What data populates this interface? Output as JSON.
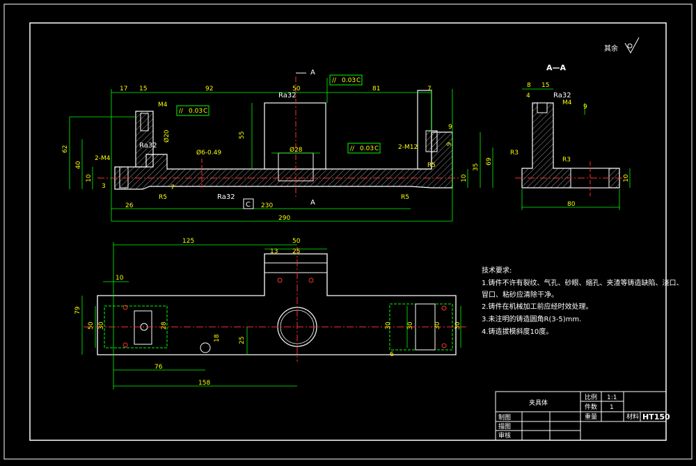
{
  "roughness": {
    "label": "其余"
  },
  "section_label": "A—A",
  "section_marks": {
    "top": "A",
    "bottom": "A"
  },
  "datum": "C",
  "front_dims": {
    "d17": "17",
    "d15": "15",
    "d92": "92",
    "d50": "50",
    "d81": "81",
    "d7": "7",
    "d62": "62",
    "d40": "40",
    "d10": "10",
    "d3": "3",
    "d55": "55",
    "d9": "9",
    "d35": "35",
    "d69": "69",
    "d10r": "10",
    "d26": "26",
    "d230": "230",
    "d290": "290",
    "m4a": "M4",
    "m4b": "2-M4",
    "m12": "2-M12",
    "phi20": "Ø20",
    "phi28": "Ø28",
    "phi6": "Ø6-0.49",
    "r5a": "R5",
    "r5b": "R5",
    "r5c": "R5",
    "ra1": "Ra32",
    "ra2": "Ra32",
    "ra3": "Ra32",
    "d7b": "7",
    "d9b": "9"
  },
  "tolerance": {
    "sym": "//",
    "val": "0.03",
    "ref": "C"
  },
  "side_dims": {
    "d8": "8",
    "d15": "15",
    "d4": "4",
    "d9": "9",
    "d10": "10",
    "d80": "80",
    "r3a": "R3",
    "r3b": "R3",
    "m4": "M4",
    "ra": "Ra32"
  },
  "plan_dims": {
    "d125": "125",
    "d50": "50",
    "d13": "13",
    "d25": "25",
    "d10": "10",
    "d79": "79",
    "d50v": "50",
    "d30a": "30",
    "d28": "28",
    "d18": "18",
    "d25v": "25",
    "d76": "76",
    "d158": "158",
    "d30b": "30",
    "d30c": "30",
    "d30d": "30",
    "d30e": "30",
    "d6": "6"
  },
  "tech": {
    "title": "技术要求:",
    "items": [
      "1.铸件不许有裂纹、气孔、砂眼、缩孔、夹渣等铸造缺陷、浇口、",
      "冒口、粘砂应清除干净。",
      "2.铸件在机械加工前应经时效处理。",
      "3.未注明的铸造圆角R(3-5)mm.",
      "4.铸造拔模斜度10度。"
    ]
  },
  "title_block": {
    "name": "夹具体",
    "scale_label": "比例",
    "scale": "1:1",
    "qty_label": "件数",
    "qty": "1",
    "weight_label": "重量",
    "material_label": "材料",
    "material": "HT150",
    "drawn": "制图",
    "check": "描图",
    "approve": "审核"
  }
}
